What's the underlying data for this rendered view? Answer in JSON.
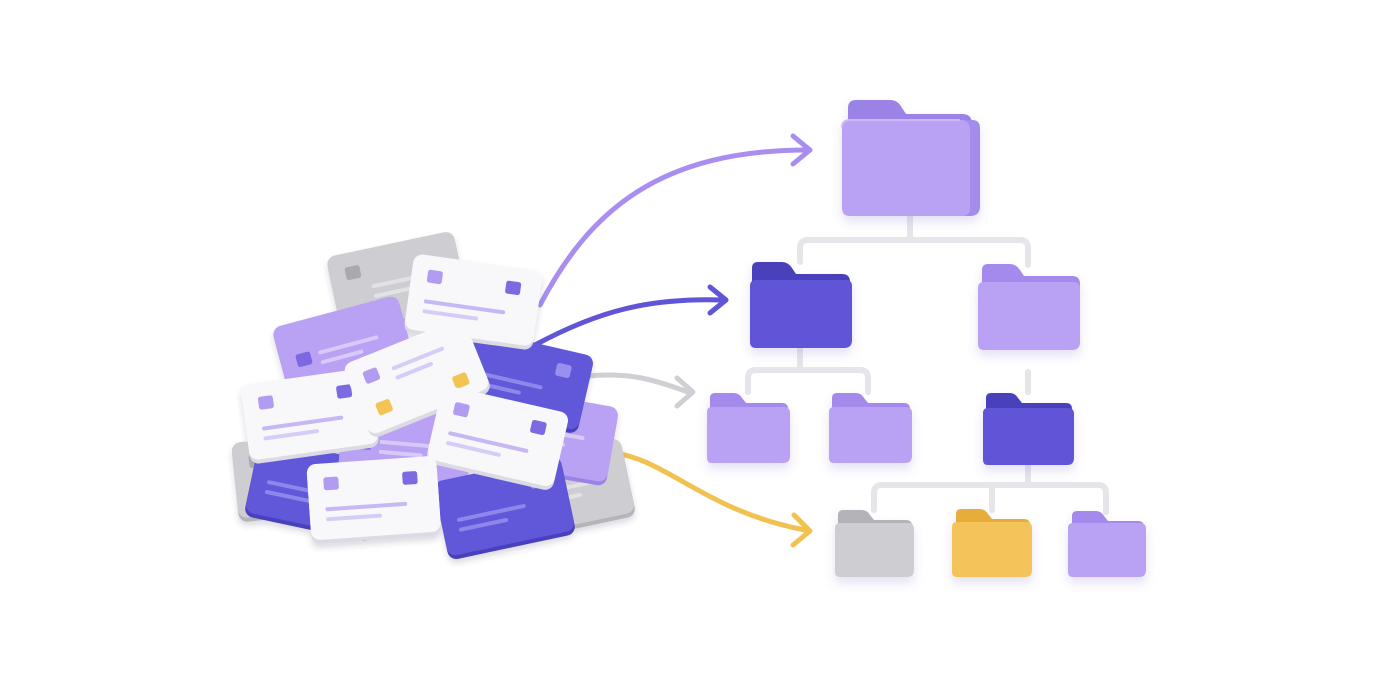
{
  "illustration": {
    "subject": "scattered-cards-to-folder-tree",
    "colors": {
      "background": "#ffffff",
      "light_purple": "#b9a1f3",
      "dark_purple": "#5f55d6",
      "white_card": "#f7f7fa",
      "gray": "#cfcfd4",
      "yellow": "#f4c45a",
      "connector": "#e6e6ea"
    },
    "arrows": [
      {
        "id": "arrow-light-purple",
        "color": "#a98ef0",
        "target": "root-folder"
      },
      {
        "id": "arrow-dark-purple",
        "color": "#5f55d6",
        "target": "folder-dark-left"
      },
      {
        "id": "arrow-gray",
        "color": "#cfcfd4",
        "target": "folder-level3-left"
      },
      {
        "id": "arrow-yellow",
        "color": "#f2c250",
        "target": "folder-level4-gray"
      }
    ]
  }
}
